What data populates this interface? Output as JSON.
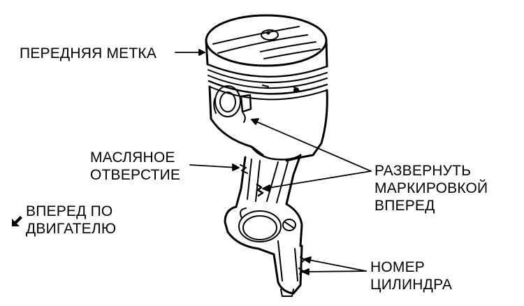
{
  "labels": {
    "front_mark": "ПЕРЕДНЯЯ МЕТКА",
    "oil_hole": [
      "МАСЛЯНОЕ",
      "ОТВЕРСТИЕ"
    ],
    "marking_forward": [
      "РАЗВЕРНУТЬ",
      "МАРКИРОВКОЙ",
      "ВПЕРЕД"
    ],
    "engine_forward": [
      "ВПЕРЕД ПО",
      "ДВИГАТЕЛЮ"
    ],
    "cylinder_number": [
      "НОМЕР",
      "ЦИЛИНДРА"
    ]
  },
  "icons": {
    "engine_forward_arrow": "arrow-down-left-icon"
  },
  "colors": {
    "ink": "#000000",
    "background": "#ffffff"
  }
}
